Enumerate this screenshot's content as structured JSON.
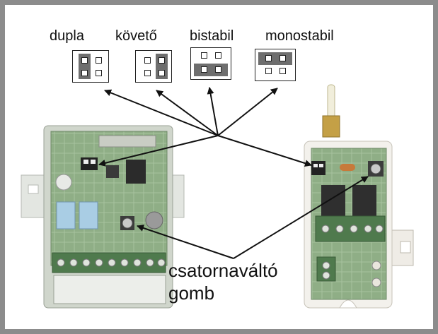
{
  "jumper_modes": [
    {
      "label": "dupla"
    },
    {
      "label": "követő"
    },
    {
      "label": "bistabil"
    },
    {
      "label": "monostabil"
    }
  ],
  "caption": {
    "line1": "csatornaváltó",
    "line2": "gomb"
  },
  "colors": {
    "frame": "#8c8c8c",
    "jumper_cap": "#6e6e6e",
    "board_green": "#8fae86",
    "enclosure": "#d9ddd6"
  }
}
